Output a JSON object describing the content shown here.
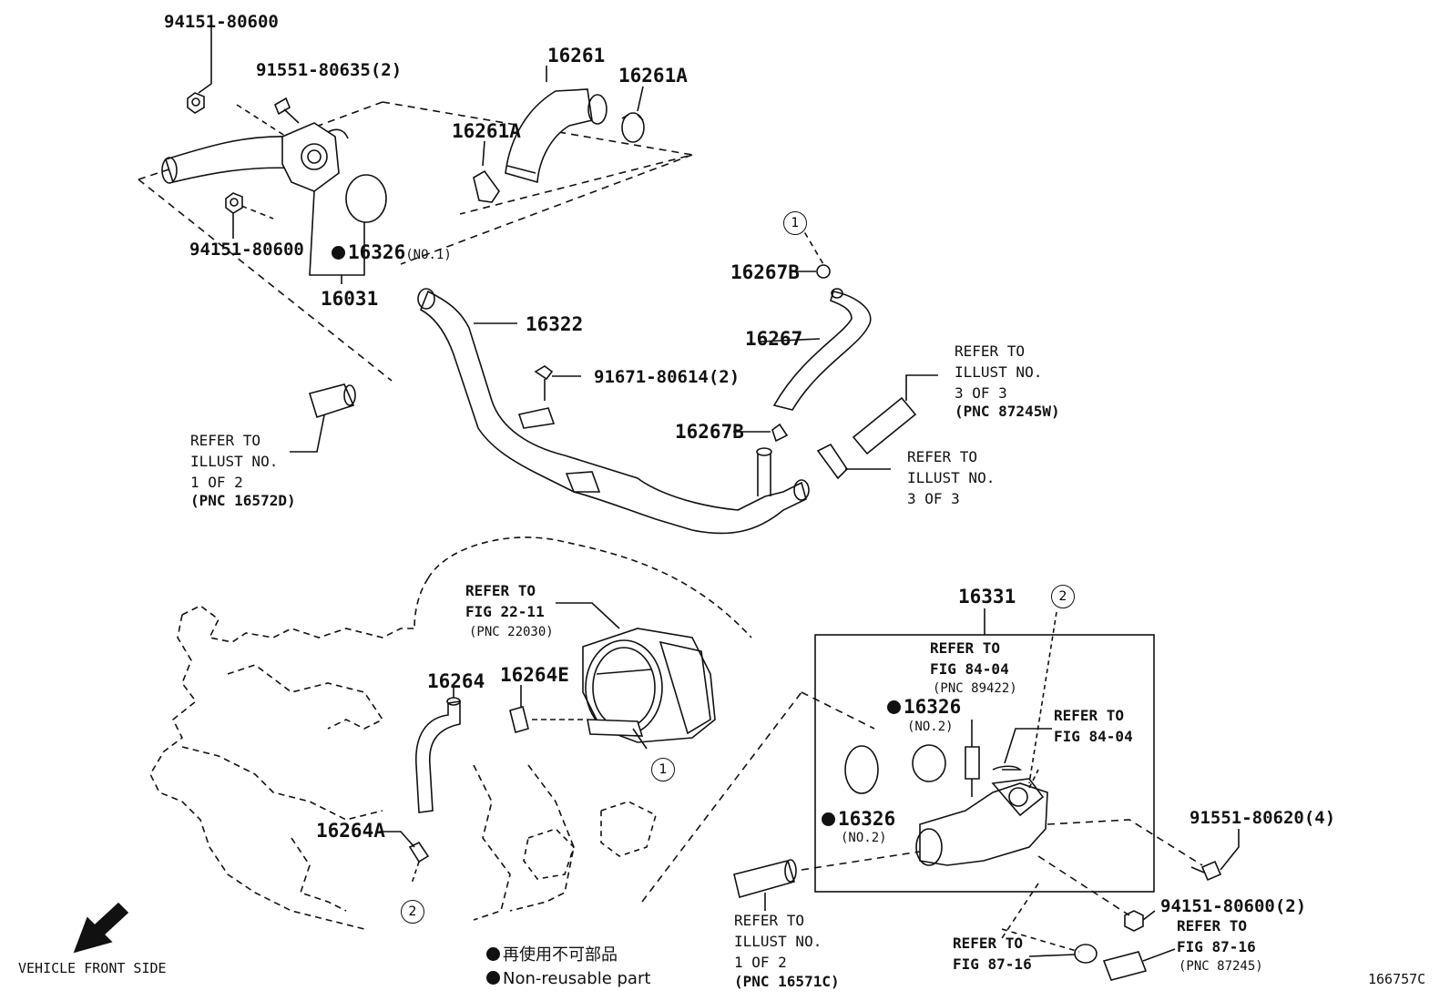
{
  "figure_code": "166757C",
  "legend": {
    "jp": "再使用不可部品",
    "en": "Non-reusable part"
  },
  "vehicle_front_label": "VEHICLE FRONT SIDE",
  "callouts": {
    "one": "1",
    "two": "2"
  },
  "parts": {
    "p94151_80600_top": "94151-80600",
    "p91551_80635": "91551-80635(2)",
    "p16261": "16261",
    "p16261A_right": "16261A",
    "p16261A_left": "16261A",
    "p94151_80600_mid": "94151-80600",
    "p16326_no1": "16326",
    "p16326_no1_suffix": "(NO.1)",
    "p16031": "16031",
    "p16322": "16322",
    "p91671_80614": "91671-80614(2)",
    "p16267B_top": "16267B",
    "p16267": "16267",
    "p16267B_bottom": "16267B",
    "p16331": "16331",
    "p16264": "16264",
    "p16264E": "16264E",
    "p16264A": "16264A",
    "p16326_no2_a": "16326",
    "p16326_no2_a_suffix": "(NO.2)",
    "p16326_no2_b": "16326",
    "p16326_no2_b_suffix": "(NO.2)",
    "p91551_80620": "91551-80620(4)",
    "p94151_80600_bottom": "94151-80600(2)"
  },
  "refs": {
    "ref_left_mid": "REFER TO\nILLUST NO.\n1 OF 2",
    "ref_left_mid_pnc": "(PNC 16572D)",
    "ref_top_right": "REFER TO\nILLUST NO.\n3 OF 3",
    "ref_top_right_pnc": "(PNC 87245W)",
    "ref_right_mid": "REFER TO\nILLUST NO.\n3 OF 3",
    "ref_fig2211": "REFER TO\nFIG 22-11",
    "ref_fig2211_pnc": "(PNC 22030)",
    "ref_fig8404_box": "REFER TO\nFIG 84-04",
    "ref_fig8404_box_pnc": "(PNC 89422)",
    "ref_fig8404_right": "REFER TO\nFIG 84-04",
    "ref_bottom_illust": "REFER TO\nILLUST NO.\n1 OF 2",
    "ref_bottom_illust_pnc": "(PNC 16571C)",
    "ref_fig8716_left": "REFER TO\nFIG 87-16",
    "ref_fig8716_right": "REFER TO\nFIG 87-16",
    "ref_fig8716_right_pnc": "(PNC 87245)"
  }
}
